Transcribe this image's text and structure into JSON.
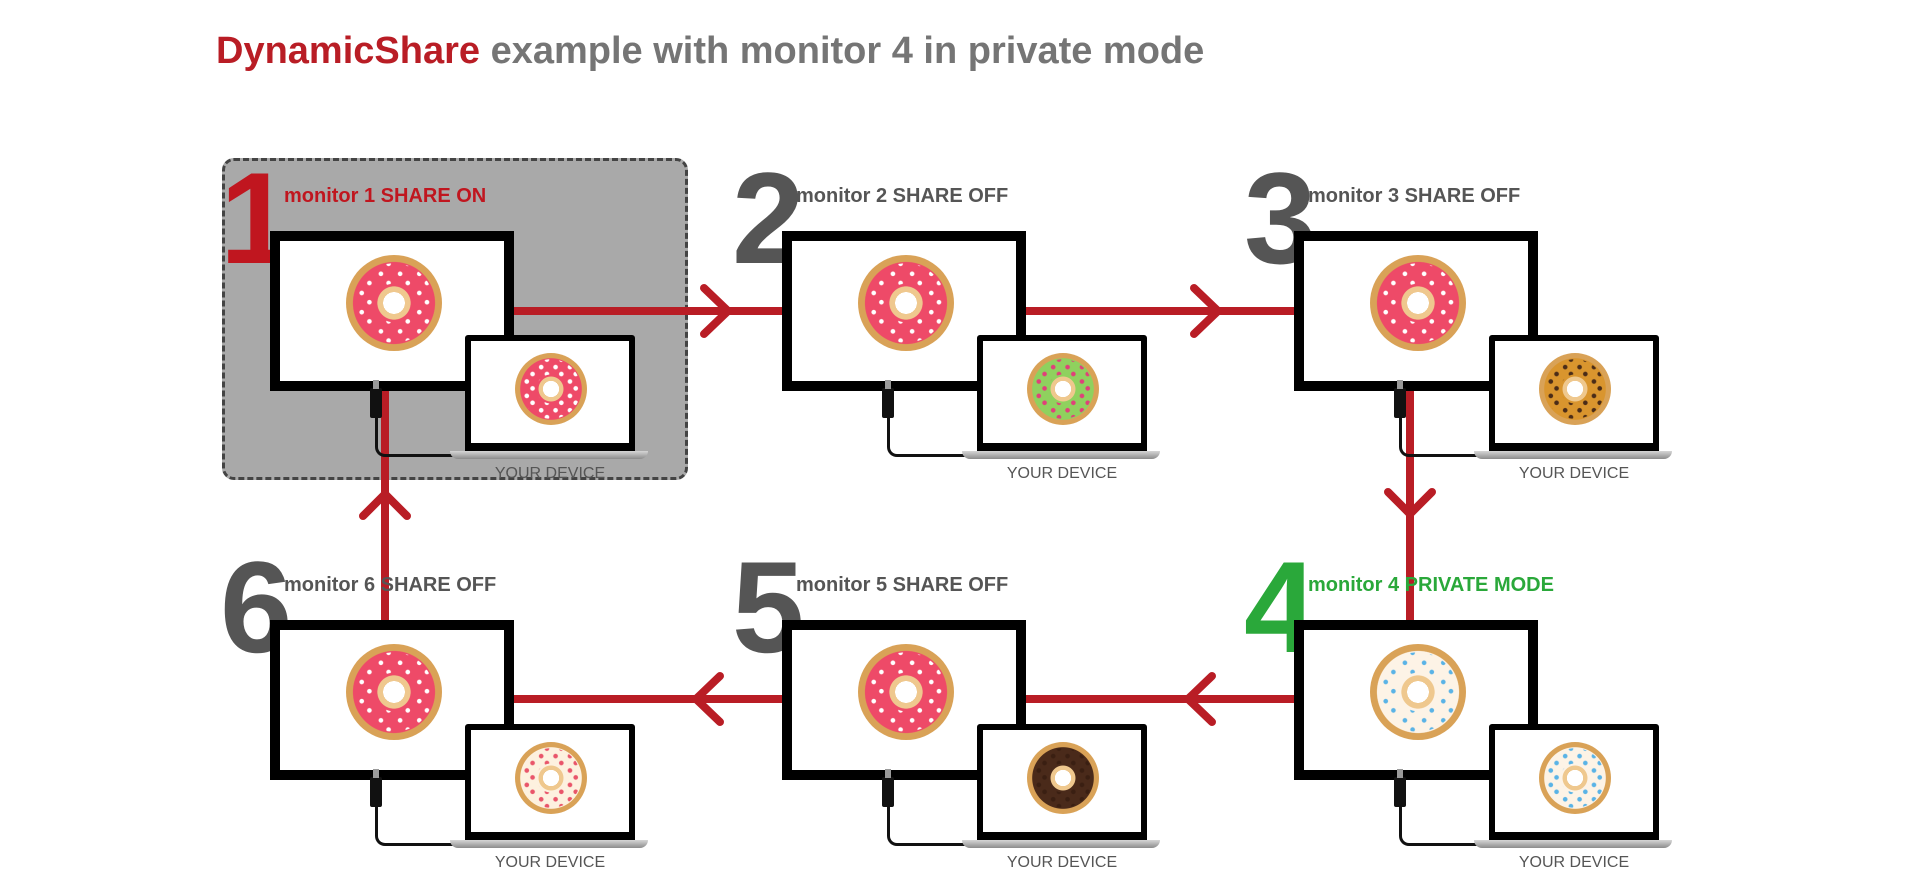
{
  "title": {
    "brand": "DynamicShare",
    "rest": " example with monitor 4 in private mode"
  },
  "colors": {
    "accent_red": "#c0161f",
    "private_green": "#2aa83a",
    "neutral": "#555555",
    "arrow": "#b91d25"
  },
  "monitors": [
    {
      "number": "1",
      "label": "monitor 1 SHARE ON",
      "device": "YOUR DEVICE",
      "mode": "on",
      "monitor_donut": {
        "icing": "#ee4a68",
        "dot": "#ffffff"
      },
      "laptop_donut": {
        "icing": "#ee4a68",
        "dot": "#ffffff"
      }
    },
    {
      "number": "2",
      "label": "monitor 2 SHARE OFF",
      "device": "YOUR DEVICE",
      "mode": "off",
      "monitor_donut": {
        "icing": "#ee4a68",
        "dot": "#ffffff"
      },
      "laptop_donut": {
        "icing": "#8fd15e",
        "dot": "#e0407a"
      }
    },
    {
      "number": "3",
      "label": "monitor 3 SHARE OFF",
      "device": "YOUR DEVICE",
      "mode": "off",
      "monitor_donut": {
        "icing": "#ee4a68",
        "dot": "#ffffff"
      },
      "laptop_donut": {
        "icing": "#d9952e",
        "dot": "#4a2c18"
      }
    },
    {
      "number": "4",
      "label": "monitor 4 PRIVATE MODE",
      "device": "YOUR DEVICE",
      "mode": "private",
      "monitor_donut": {
        "icing": "#fdf3e6",
        "dot": "#5ab3e6"
      },
      "laptop_donut": {
        "icing": "#fdf3e6",
        "dot": "#5ab3e6"
      }
    },
    {
      "number": "5",
      "label": "monitor 5 SHARE OFF",
      "device": "YOUR DEVICE",
      "mode": "off",
      "monitor_donut": {
        "icing": "#ee4a68",
        "dot": "#ffffff"
      },
      "laptop_donut": {
        "icing": "#4a2a1a",
        "dot": "#3a1f12"
      }
    },
    {
      "number": "6",
      "label": "monitor 6 SHARE OFF",
      "device": "YOUR DEVICE",
      "mode": "off",
      "monitor_donut": {
        "icing": "#ee4a68",
        "dot": "#ffffff"
      },
      "laptop_donut": {
        "icing": "#fdf1df",
        "dot": "#e9556a"
      }
    }
  ]
}
